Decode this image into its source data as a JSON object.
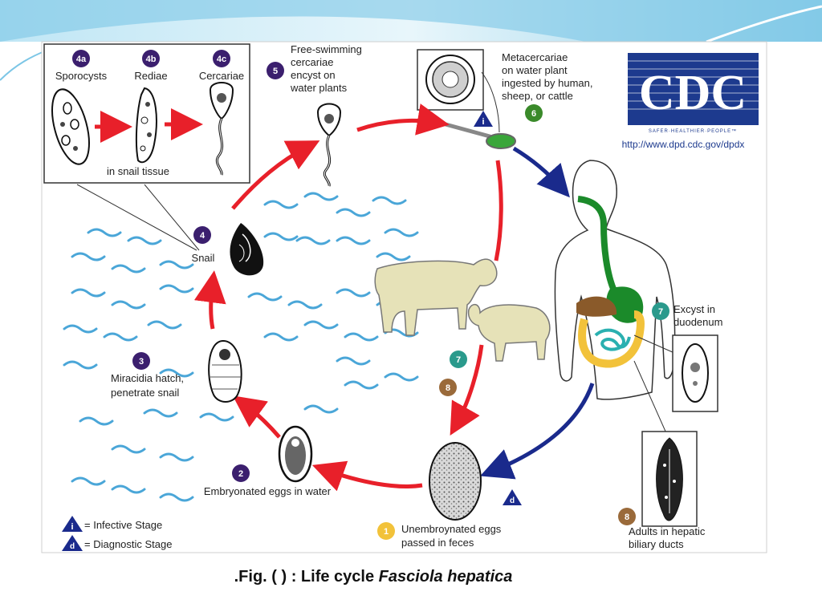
{
  "stages": {
    "s4a": {
      "num": "4a",
      "label": "Sporocysts"
    },
    "s4b": {
      "num": "4b",
      "label": "Rediae"
    },
    "s4c": {
      "num": "4c",
      "label": "Cercariae"
    },
    "tissue": "in snail tissue",
    "s5": {
      "num": "5",
      "lines": [
        "Free-swimming",
        "cercariae",
        "encyst on",
        "water plants"
      ]
    },
    "s6": {
      "num": "6",
      "lines": [
        "Metacercariae",
        "on water plant",
        "ingested by human,",
        "sheep, or cattle"
      ]
    },
    "s4": {
      "num": "4",
      "label": "Snail"
    },
    "s3": {
      "num": "3",
      "lines": [
        "Miracidia hatch,",
        "penetrate snail"
      ]
    },
    "s2": {
      "num": "2",
      "label": "Embryonated eggs in water"
    },
    "s1": {
      "num": "1",
      "lines": [
        "Unembroynated eggs",
        "passed in feces"
      ]
    },
    "s7": {
      "num": "7",
      "lines": [
        "Excyst in",
        "duodenum"
      ]
    },
    "s8": {
      "num": "8",
      "lines": [
        "Adults in hepatic",
        "biliary ducts"
      ]
    },
    "animal_7": "7",
    "animal_8": "8"
  },
  "legend": {
    "infective_symbol": "i",
    "infective": "= Infective Stage",
    "diagnostic_symbol": "d",
    "diagnostic": "= Diagnostic Stage"
  },
  "cdc": {
    "logo": "CDC",
    "tagline": "SAFER·HEALTHIER·PEOPLE™",
    "url": "http://www.dpd.cdc.gov/dpdx"
  },
  "caption": {
    "prefix": ".Fig. (  ) : Life cycle ",
    "species": "Fasciola hepatica"
  },
  "colors": {
    "arrow_red": "#e8202a",
    "arrow_blue": "#1a2a8c",
    "stage_purple": "#3b1f6e",
    "stage_teal": "#2a9a8c",
    "stage_brown": "#9a6a3a",
    "stage_green": "#3a8a2a",
    "stage_yellow": "#f2c23a",
    "cdc_blue": "#1d3a8e",
    "water": "#4aa6d8"
  }
}
